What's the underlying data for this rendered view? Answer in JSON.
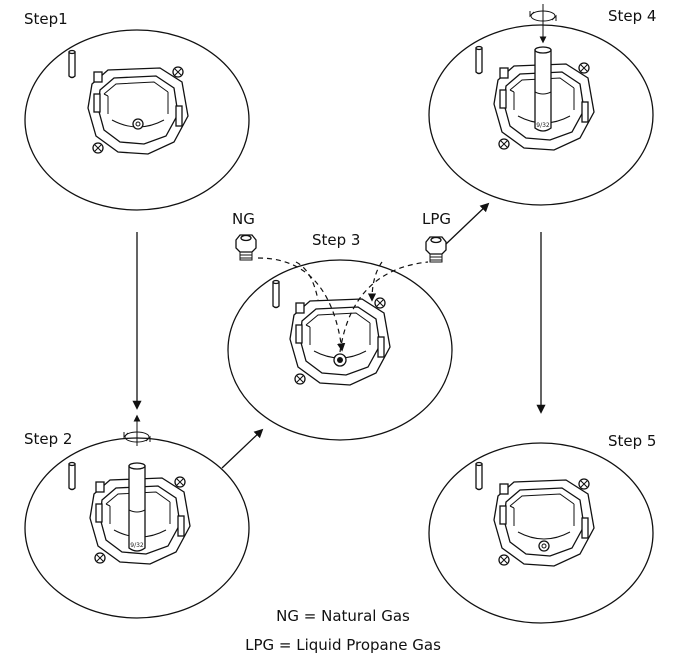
{
  "steps": {
    "s1": "Step1",
    "s2": "Step 2",
    "s3": "Step 3",
    "s4": "Step 4",
    "s5": "Step 5"
  },
  "nozzles": {
    "ng": "NG",
    "lpg": "LPG"
  },
  "tool_label": "9/32",
  "legend": {
    "ng": "NG = Natural Gas",
    "lpg": "LPG = Liquid Propane Gas"
  }
}
